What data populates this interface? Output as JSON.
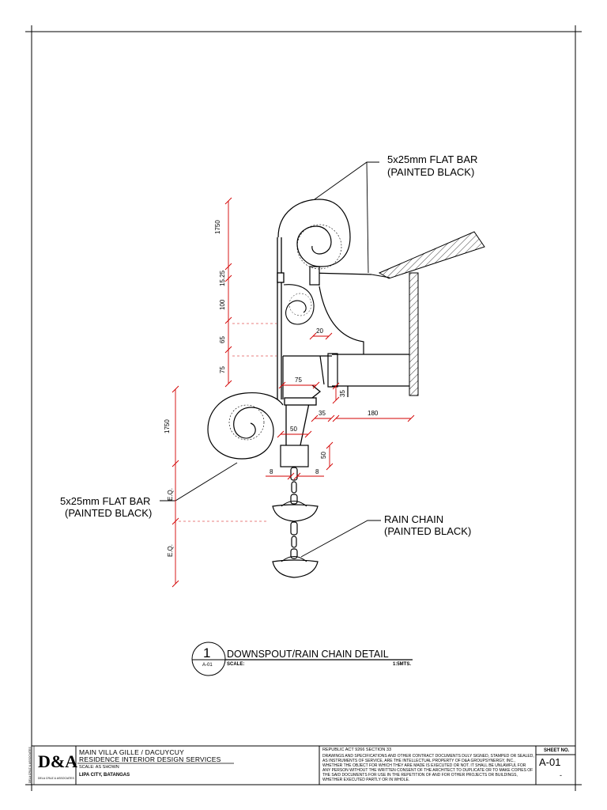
{
  "callouts": {
    "flat_bar_top": [
      "5x25mm FLAT BAR",
      "(PAINTED BLACK)"
    ],
    "flat_bar_left": [
      "5x25mm FLAT BAR",
      "(PAINTED BLACK)"
    ],
    "rain_chain": [
      "RAIN CHAIN",
      "(PAINTED BLACK)"
    ]
  },
  "dimensions": {
    "v_1750_top": "1750",
    "v_15_25": "15.25",
    "v_100": "100",
    "v_65": "65",
    "v_75_left": "75",
    "v_1750_left": "1750",
    "v_eq_1": "E.Q.",
    "v_eq_2": "E.Q.",
    "h_20": "20",
    "h_75": "75",
    "v_35": "35",
    "h_35": "35",
    "h_180": "180",
    "h_50": "50",
    "v_50": "50",
    "h_8_left": "8",
    "h_8_right": "8"
  },
  "detail": {
    "number": "1",
    "sheet_ref": "A-01",
    "title": "DOWNSPOUT/RAIN CHAIN DETAIL",
    "scale_label": "SCALE:",
    "scale_value": "1:5MTS."
  },
  "title_block": {
    "logo": "D&A",
    "logo_sub": "DELA CRUZ & ASSOCIATES",
    "side_text": "DELA CRUZ & ASSOCIATES",
    "project_line1": "MAIN VILLA GILLE / DACUYCUY",
    "project_line2": "RESIDENCE INTERIOR DESIGN SERVICES",
    "scale": "SCALE: AS SHOWN",
    "location": "LIPA CITY, BATANGAS",
    "legal_heading": "REPUBLIC ACT 9266 SECTION 33",
    "legal_text": "DRAWINGS AND SPECIFICATIONS AND OTHER CONTRACT DOCUMENTS DULY SIGNED, STAMPED OR SEALED, AS INSTRUMENTS OF SERVICE, ARE THE INTELLECTUAL PROPERTY OF D&A GROUPSYNERGY, INC., WHETHER THE OBJECT FOR WHICH THEY ARE MADE IS EXECUTED OR NOT. IT SHALL BE UNLAWFUL FOR ANY PERSON WITHOUT THE WRITTEN CONSENT OF THE ARCHITECT TO DUPLICATE OR TO MAKE COPIES OF THE SAID DOCUMENTS FOR USE IN THE REPETITION OF AND FOR OTHER PROJECTS OR BUILDINGS, WHETHER EXECUTED PARTLY OR IN WHOLE.",
    "sheet_no_label": "SHEET NO.",
    "sheet_no": "A-01",
    "sheet_dash": "-"
  }
}
